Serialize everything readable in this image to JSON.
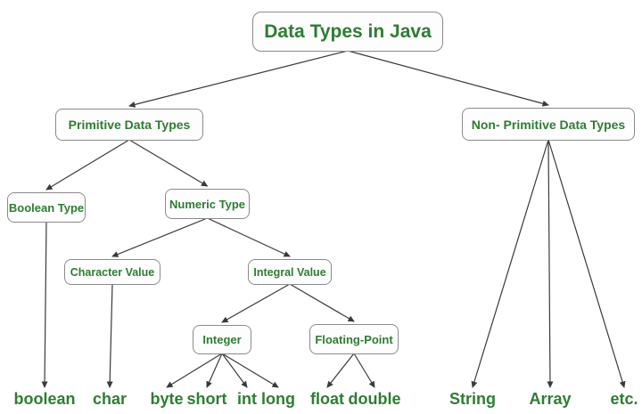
{
  "diagram": {
    "background": "#ffffff",
    "text_color": "#2e7d32",
    "line_color": "#3a3a3a",
    "box_border_color": "#8b8b8b",
    "box_fill": "#fdfdfd"
  },
  "nodes": {
    "title": {
      "label": "Data Types in Java"
    },
    "primitive": {
      "label": "Primitive Data Types"
    },
    "non_primitive": {
      "label": "Non- Primitive Data Types"
    },
    "boolean_type": {
      "label": "Boolean Type"
    },
    "numeric_type": {
      "label": "Numeric Type"
    },
    "character_value": {
      "label": "Character Value"
    },
    "integral_value": {
      "label": "Integral Value"
    },
    "integer": {
      "label": "Integer"
    },
    "floating_point": {
      "label": "Floating-Point"
    },
    "leaf_boolean": {
      "label": "boolean"
    },
    "leaf_char": {
      "label": "char"
    },
    "leaf_byte": {
      "label": "byte"
    },
    "leaf_short": {
      "label": "short"
    },
    "leaf_int": {
      "label": "int"
    },
    "leaf_long": {
      "label": "long"
    },
    "leaf_float": {
      "label": "float"
    },
    "leaf_double": {
      "label": "double"
    },
    "leaf_string": {
      "label": "String"
    },
    "leaf_array": {
      "label": "Array"
    },
    "leaf_etc": {
      "label": "etc."
    }
  },
  "edges": [
    {
      "from": "title",
      "to": "primitive"
    },
    {
      "from": "title",
      "to": "non_primitive"
    },
    {
      "from": "primitive",
      "to": "boolean_type"
    },
    {
      "from": "primitive",
      "to": "numeric_type"
    },
    {
      "from": "numeric_type",
      "to": "character_value"
    },
    {
      "from": "numeric_type",
      "to": "integral_value"
    },
    {
      "from": "boolean_type",
      "to": "leaf_boolean"
    },
    {
      "from": "character_value",
      "to": "leaf_char"
    },
    {
      "from": "integral_value",
      "to": "integer"
    },
    {
      "from": "integral_value",
      "to": "floating_point"
    },
    {
      "from": "integer",
      "to": "leaf_byte"
    },
    {
      "from": "integer",
      "to": "leaf_short"
    },
    {
      "from": "integer",
      "to": "leaf_int"
    },
    {
      "from": "integer",
      "to": "leaf_long"
    },
    {
      "from": "floating_point",
      "to": "leaf_float"
    },
    {
      "from": "floating_point",
      "to": "leaf_double"
    },
    {
      "from": "non_primitive",
      "to": "leaf_string"
    },
    {
      "from": "non_primitive",
      "to": "leaf_array"
    },
    {
      "from": "non_primitive",
      "to": "leaf_etc"
    }
  ]
}
